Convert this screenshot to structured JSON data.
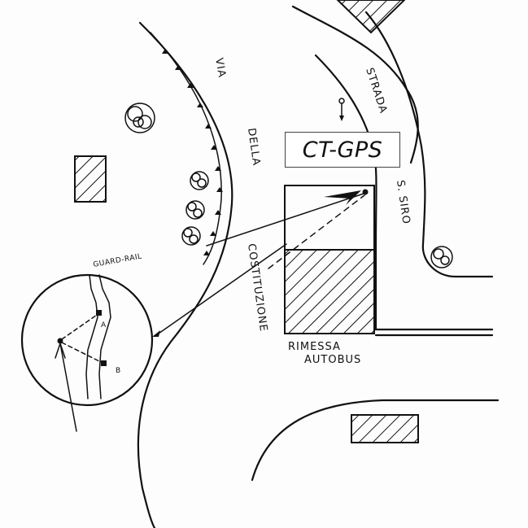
{
  "title": "CT-GPS",
  "streets": {
    "via": "VIA",
    "della": "DELLA",
    "costituzione": "COSTITUZIONE",
    "strada": "STRADA",
    "s_siro": "S. SIRO"
  },
  "labels": {
    "guard_rail": "GUARD-RAIL",
    "rimessa": "RIMESSA",
    "autobus": "AUTOBUS",
    "point_a": "A",
    "point_b": "B"
  },
  "ink_color": "#111111",
  "paper_color": "#fdfdfd"
}
